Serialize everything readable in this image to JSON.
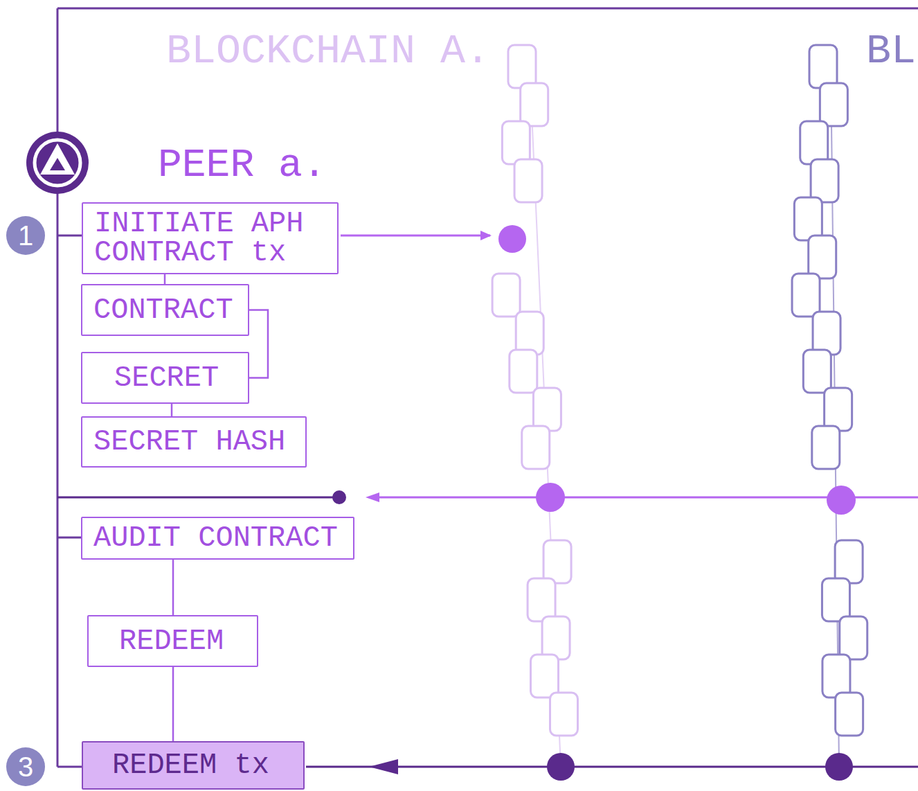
{
  "diagram": {
    "nodes": [
      {
        "text": [
          "INITIATE APH CONTRACT tx"
        ]
      },
      {
        "text": [
          "CONTRACT"
        ]
      },
      {
        "text": [
          "SECRET"
        ]
      },
      {
        "text": [
          "SECRET HASH"
        ]
      },
      {
        "text": [
          "AUDIT CONTRACT"
        ]
      },
      {
        "text": [
          "REDEEM"
        ]
      },
      {
        "text": [
          "REDEEM tx"
        ]
      }
    ],
    "edges": [
      {
        "from": 0,
        "to": 1,
        "arrow": "none"
      },
      {
        "from": 1,
        "to": 2,
        "arrow": "none"
      },
      {
        "from": 2,
        "to": 3,
        "arrow": "none"
      },
      {
        "from": 4,
        "to": 5,
        "arrow": "none"
      },
      {
        "from": 5,
        "to": 6,
        "arrow": "none"
      }
    ],
    "labels": [
      "BLOCKCHAIN A.",
      "BL",
      "PEER a.",
      "1",
      "3"
    ]
  }
}
